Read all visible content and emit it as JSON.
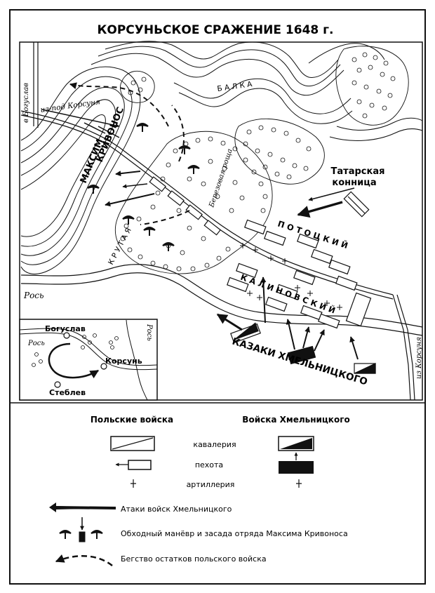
{
  "title": "КОРСУНЬСКОЕ СРАЖЕНИЕ 1648 г.",
  "map": {
    "road_boguslav": "в Богуслав",
    "road_korsun_from": "из-под Корсуня",
    "krivonos": "КРИВОНОС",
    "maksim": "МАКСИМ",
    "balka": "Б А Л К А",
    "kruta": "К Р У Т А Я",
    "berezovaya_roshcha": "Березовая роща",
    "tatar_cavalry_line1": "Татарская",
    "tatar_cavalry_line2": "конница",
    "potocki": "П О Т О Ц К И Й",
    "kalinovski": "К А Л И Н О В С К И Й",
    "kazaki": "КАЗАКИ ХМЕЛЬНИЦКОГО",
    "ros": "Рось",
    "iz_korsunya": "из Корсуня"
  },
  "inset": {
    "boguslav": "Богуслав",
    "ros_left": "Рось",
    "ros_right": "Рось",
    "korsun": "Корсунь",
    "steblev": "Стеблев"
  },
  "legend": {
    "polish_header": "Польские войска",
    "khmel_header": "Войска Хмельницкого",
    "cavalry": "кавалерия",
    "infantry": "пехота",
    "artillery": "артиллерия",
    "attacks": "Атаки войск Хмельницкого",
    "maneuver": "Обходный манёвр и засада отряда Максима Кривоноса",
    "flight": "Бегство остатков польского войска"
  },
  "colors": {
    "ink": "#111111",
    "paper": "#ffffff"
  }
}
